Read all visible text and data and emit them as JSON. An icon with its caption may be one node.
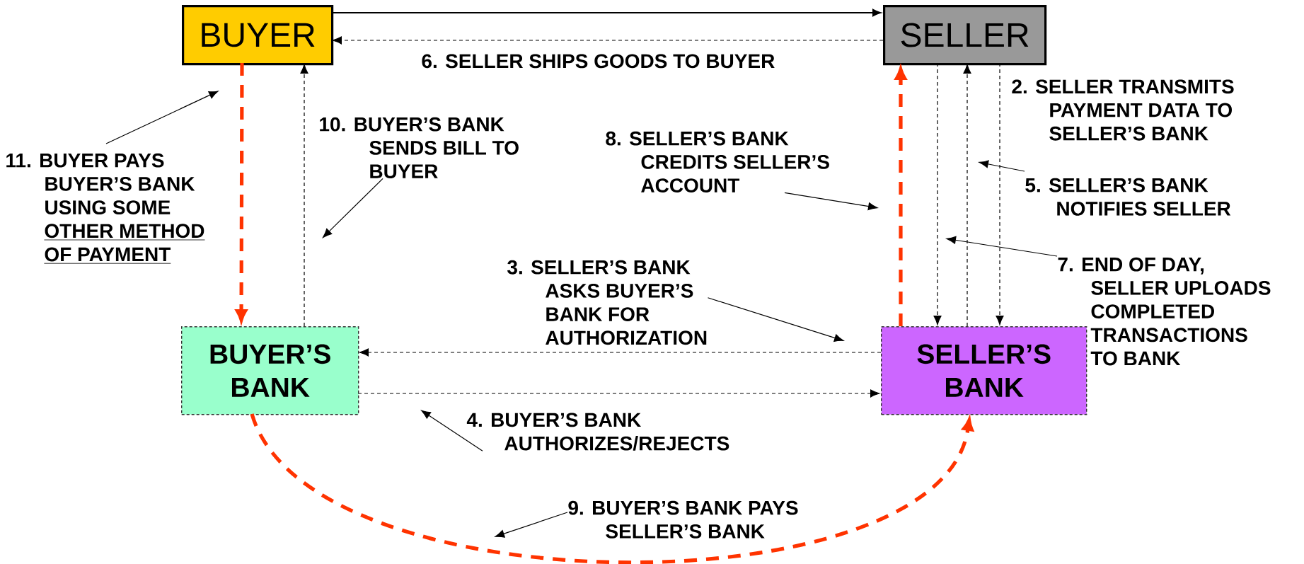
{
  "diagram": {
    "nodes": [
      {
        "text": [
          "BUYER"
        ]
      },
      {
        "text": [
          "SELLER"
        ]
      },
      {
        "text": [
          "BUYER’S BANK"
        ]
      },
      {
        "text": [
          "SELLER’S BANK"
        ]
      },
      {
        "text": [
          "11. BUYER PAYS BUYER’S BANK USING SOME",
          "OTHER METHOD OF PAYMENT"
        ]
      },
      {
        "text": [
          "10. BUYER’S BANK SENDS BILL TO BUYER"
        ]
      },
      {
        "text": [
          "8. SELLER’S BANK CREDITS SELLER’S ACCOUNT"
        ]
      },
      {
        "text": [
          "5. SELLER’S BANK NOTIFIES SELLER"
        ]
      },
      {
        "text": [
          "3. SELLER’S BANK ASKS BUYER’S BANK FOR AUTHORIZATION"
        ]
      },
      {
        "text": [
          "7. END OF DAY, SELLER UPLOADS COMPLETED TRANSACTIONS TO BANK"
        ]
      },
      {
        "text": [
          "4. BUYER’S BANK AUTHORIZES/REJECTS"
        ]
      },
      {
        "text": [
          "9. BUYER’S BANK PAYS SELLER’S BANK"
        ]
      }
    ],
    "edges": [
      {
        "from": 0,
        "to": 1,
        "arrow": "to"
      },
      {
        "from": 1,
        "to": 0,
        "arrow": "to",
        "style": "dashed",
        "label": "6. SELLER SHIPS GOODS TO BUYER"
      },
      {
        "from": 0,
        "to": 2,
        "arrow": "to",
        "style": "dashed",
        "color": "#ff3300"
      },
      {
        "from": 2,
        "to": 0,
        "arrow": "to",
        "style": "dashed"
      },
      {
        "from": 3,
        "to": 1,
        "arrow": "to",
        "style": "dashed",
        "color": "#ff3300"
      },
      {
        "from": 1,
        "to": 3,
        "arrow": "to",
        "style": "dashed"
      },
      {
        "from": 3,
        "to": 1,
        "arrow": "to",
        "style": "dashed"
      },
      {
        "from": 1,
        "to": 3,
        "arrow": "to",
        "style": "dashed",
        "label": "2. SELLER TRANSMITS PAYMENT DATA TO SELLER’S BANK"
      },
      {
        "from": 3,
        "to": 2,
        "arrow": "to",
        "style": "dashed"
      },
      {
        "from": 2,
        "to": 3,
        "arrow": "to",
        "style": "dashed"
      },
      {
        "from": 2,
        "to": 3,
        "arrow": "to",
        "style": "dashed",
        "color": "#ff3300"
      },
      {
        "from": 4,
        "to": null,
        "arrow": "to"
      },
      {
        "from": 5,
        "to": null,
        "arrow": "to"
      },
      {
        "from": 6,
        "to": null,
        "arrow": "to"
      },
      {
        "from": 7,
        "to": null,
        "arrow": "to"
      },
      {
        "from": 8,
        "to": null,
        "arrow": "to"
      },
      {
        "from": 9,
        "to": null,
        "arrow": "to"
      },
      {
        "from": 10,
        "to": null,
        "arrow": "to"
      },
      {
        "from": 11,
        "to": null,
        "arrow": "to"
      }
    ]
  }
}
